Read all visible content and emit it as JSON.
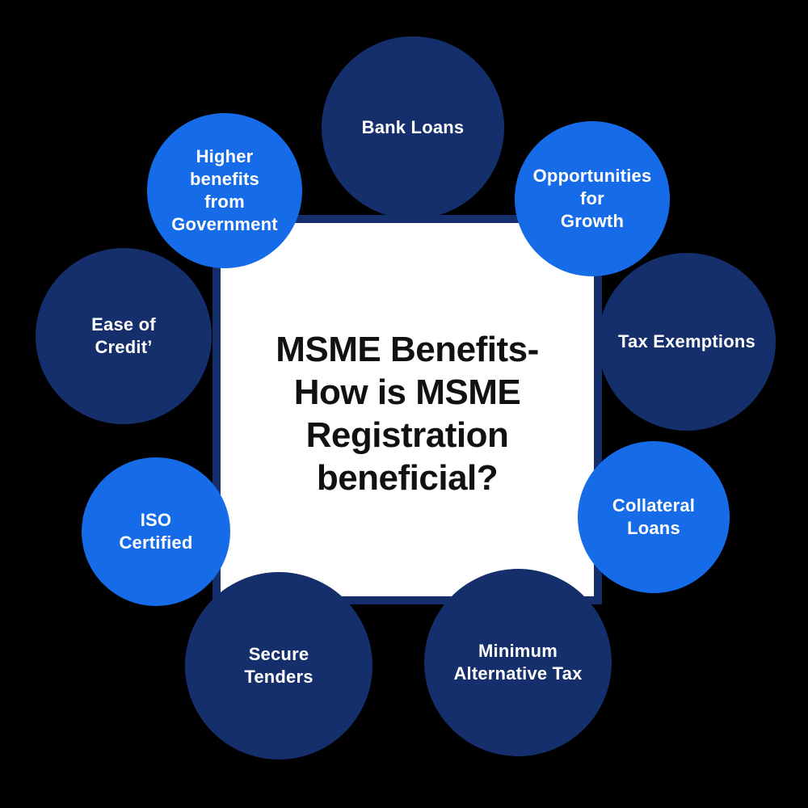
{
  "colors": {
    "page_bg": "#000000",
    "navy": "#142f6b",
    "blue": "#166ce8",
    "card_bg": "#ffffff",
    "card_border": "#142f6b",
    "title_text": "#111111",
    "circle_text": "#ffffff"
  },
  "center_card": {
    "title": "MSME Benefits- How is MSME Registration beneficial?",
    "title_lines": [
      "MSME Benefits-",
      "How is MSME",
      "Registration",
      "beneficial?"
    ]
  },
  "circles": [
    {
      "name": "bank-loans",
      "label": "Bank Loans",
      "color": "navy",
      "lines": [
        "Bank Loans"
      ]
    },
    {
      "name": "opportunities-for-growth",
      "label": "Opportunities for Growth",
      "color": "blue",
      "lines": [
        "Opportunities",
        "for",
        "Growth"
      ]
    },
    {
      "name": "tax-exemptions",
      "label": "Tax Exemptions",
      "color": "navy",
      "lines": [
        "Tax Exemptions"
      ]
    },
    {
      "name": "collateral-loans",
      "label": "Collateral Loans",
      "color": "blue",
      "lines": [
        "Collateral",
        "Loans"
      ]
    },
    {
      "name": "minimum-alternative-tax",
      "label": "Minimum Alternative Tax",
      "color": "navy",
      "lines": [
        "Minimum",
        "Alternative Tax"
      ]
    },
    {
      "name": "secure-tenders",
      "label": "Secure Tenders",
      "color": "navy",
      "lines": [
        "Secure",
        "Tenders"
      ]
    },
    {
      "name": "iso-certified",
      "label": "ISO Certified",
      "color": "blue",
      "lines": [
        "ISO",
        "Certified"
      ]
    },
    {
      "name": "ease-of-credit",
      "label": "Ease of Credit’",
      "color": "navy",
      "lines": [
        "Ease of",
        "Credit’"
      ]
    },
    {
      "name": "higher-benefits-from-government",
      "label": "Higher benefits from Government",
      "color": "blue",
      "lines": [
        "Higher",
        "benefits",
        "from",
        "Government"
      ]
    }
  ]
}
